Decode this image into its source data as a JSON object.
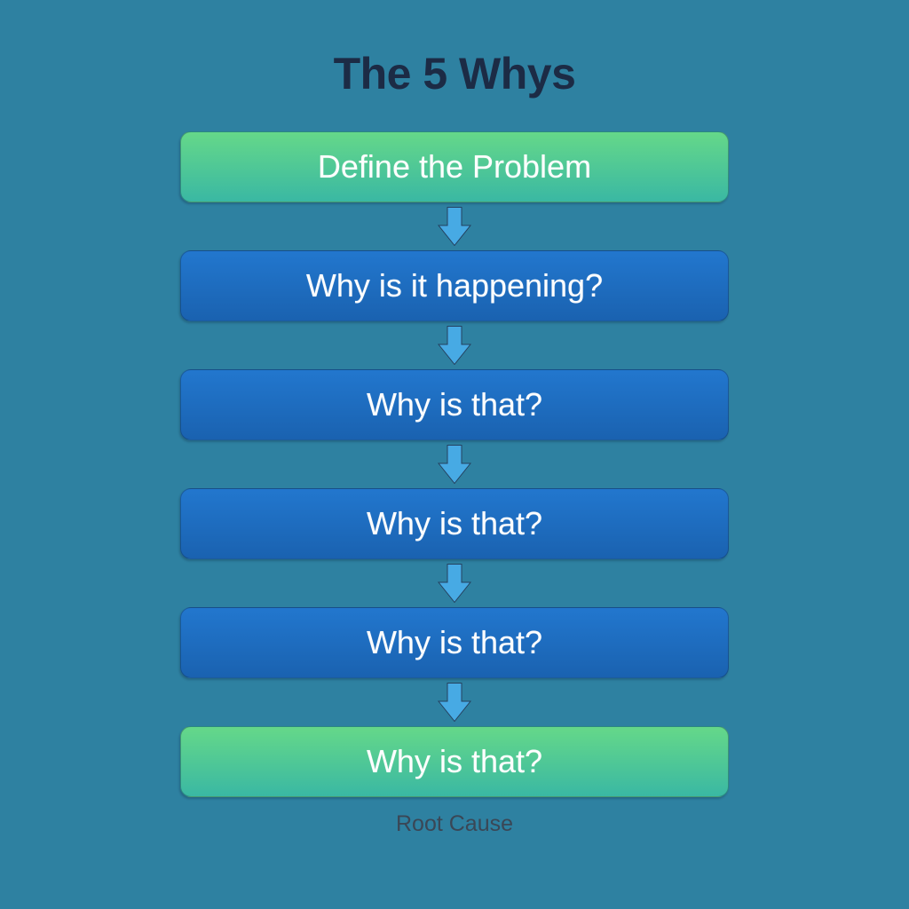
{
  "title": "The 5 Whys",
  "colors": {
    "background": "#2e81a1",
    "title_text": "#1c2b45",
    "box_text": "#fefefe",
    "green_top": "#65d889",
    "green_bottom": "#3ab8a3",
    "blue_top": "#2277ce",
    "blue_bottom": "#1a62b0",
    "arrow": "#47aae4",
    "arrow_outline": "#24415f",
    "root_cause_text": "#3a4756"
  },
  "flow": {
    "steps": [
      {
        "label": "Define the Problem",
        "variant": "green"
      },
      {
        "label": "Why is it happening?",
        "variant": "blue"
      },
      {
        "label": "Why is that?",
        "variant": "blue"
      },
      {
        "label": "Why is that?",
        "variant": "blue"
      },
      {
        "label": "Why is that?",
        "variant": "blue"
      },
      {
        "label": "Why is that?",
        "variant": "green"
      }
    ],
    "footnote": "Root Cause"
  }
}
